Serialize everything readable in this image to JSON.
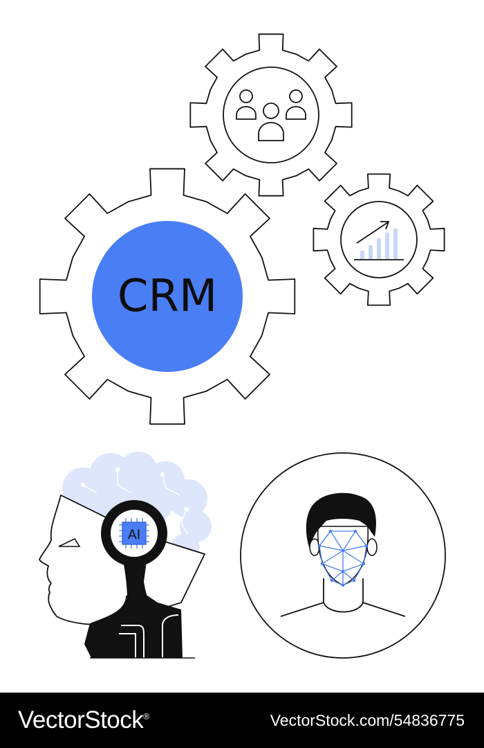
{
  "illustration": {
    "center_label": "CRM",
    "chip_label": "AI",
    "colors": {
      "accent": "#4a7ef5",
      "cloud": "#dde6fa",
      "line": "#111111",
      "background": "#ffffff"
    },
    "icons": [
      "people-icon",
      "growth-chart-icon",
      "ai-brain-icon",
      "face-scan-icon"
    ]
  },
  "footer": {
    "brand": "VectorStock",
    "registered_mark": "®",
    "image_code": "VectorStock.com/54836775"
  }
}
